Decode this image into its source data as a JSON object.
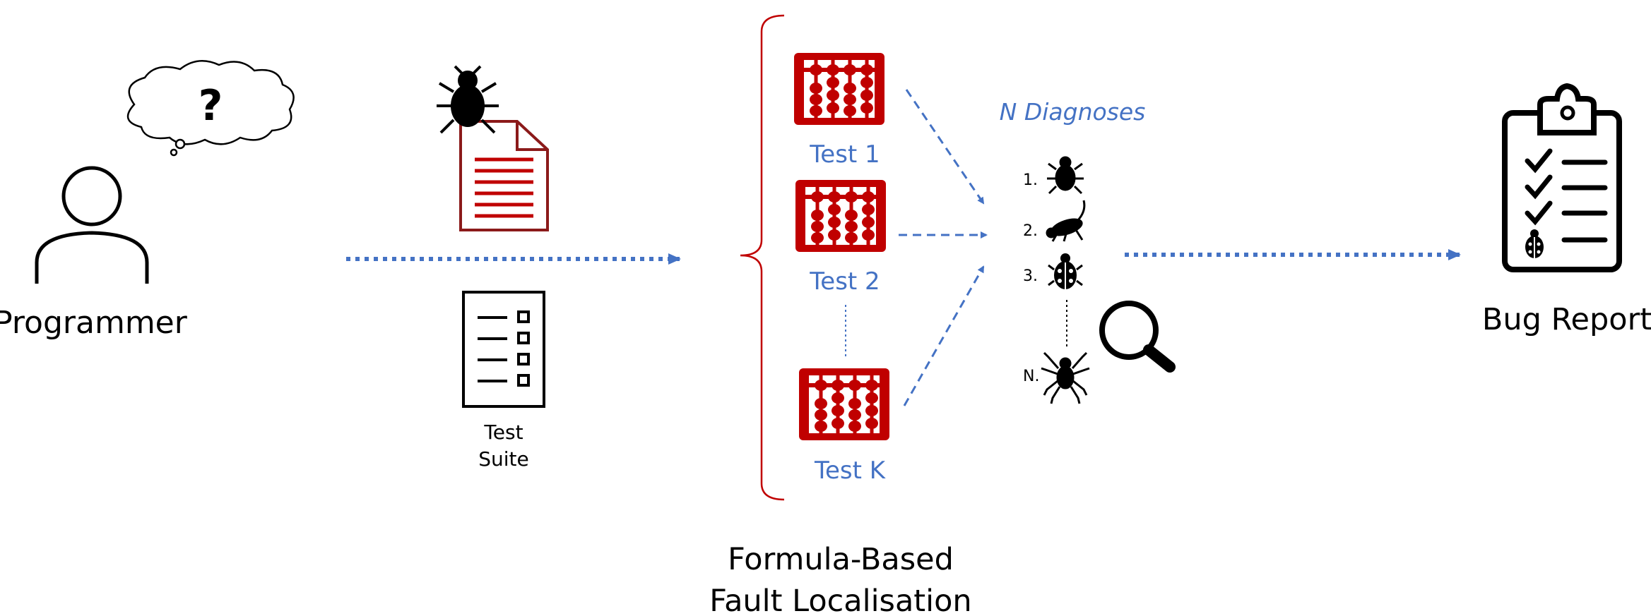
{
  "programmer": {
    "label": "Programmer",
    "thought": "?"
  },
  "test_suite": {
    "line1": "Test",
    "line2": "Suite"
  },
  "fault_localisation": {
    "line1": "Formula-Based",
    "line2": "Fault Localisation",
    "tests": [
      "Test 1",
      "Test 2",
      "Test K"
    ]
  },
  "diagnoses": {
    "title": "N Diagnoses",
    "items": [
      "1.",
      "2.",
      "3.",
      "N."
    ]
  },
  "bug_report": {
    "label": "Bug Report"
  },
  "colors": {
    "accent": "#4472c4",
    "test_red": "#c00000",
    "brace": "#c00000",
    "doc_red": "#8b1a1a",
    "ink": "#000000"
  }
}
